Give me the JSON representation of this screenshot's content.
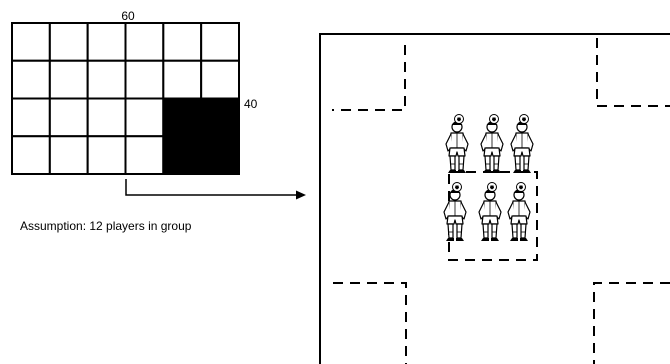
{
  "grid": {
    "width_label": "60",
    "height_label": "40",
    "rows": 4,
    "cols": 6,
    "filled_block": {
      "rows": [
        2,
        3
      ],
      "cols": [
        4,
        5
      ]
    }
  },
  "note": {
    "assumption": "Assumption: 12 players in group"
  },
  "field": {
    "players_shown": 6,
    "boundary_style": "dashed",
    "corner_zones": 4
  },
  "colors": {
    "line": "#000000",
    "fill": "#000000",
    "background": "#ffffff"
  },
  "icons": [
    "arrow-icon",
    "soccer-player-icon",
    "soccer-ball-icon"
  ]
}
